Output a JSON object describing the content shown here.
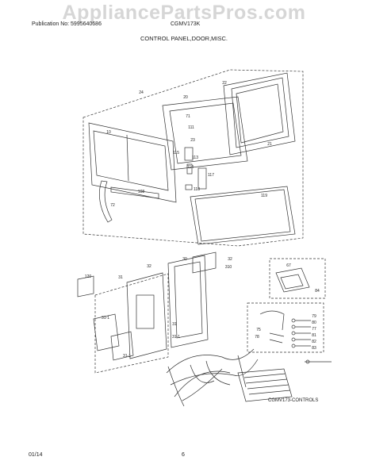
{
  "watermark": "AppliancePartsPros.com",
  "header": {
    "publication": "Publication No: 5995640686",
    "model": "CGMV173K",
    "title": "CONTROL PANEL,DOOR,MISC."
  },
  "diagram": {
    "caption": "CGMV173-CONTROLS",
    "callouts": {
      "c_top": "24",
      "c_door": "22",
      "c_frame": "21",
      "c_panel": "10",
      "c_inner": "20",
      "c_23": "23",
      "c_111": "111",
      "c_71": "71",
      "c_115": "115",
      "c_113": "113",
      "c_114": "114",
      "c_117": "117",
      "c_118": "118",
      "c_119": "119",
      "c_72": "72",
      "c_108": "108",
      "c_32a": "32",
      "c_31": "31",
      "c_120": "120",
      "c_30": "30",
      "c_32b": "32",
      "c_310a": "310",
      "c_31b": "31",
      "c_31c": "31-1",
      "c_31d": "31-1",
      "c_31e": "31-1",
      "c_67": "67",
      "c_84": "84",
      "c_79": "79",
      "c_80": "80",
      "c_75": "75",
      "c_77": "77",
      "c_78": "78",
      "c_81": "81",
      "c_82": "82",
      "c_83": "83"
    }
  },
  "footer": {
    "date": "01/14",
    "page": "6"
  }
}
